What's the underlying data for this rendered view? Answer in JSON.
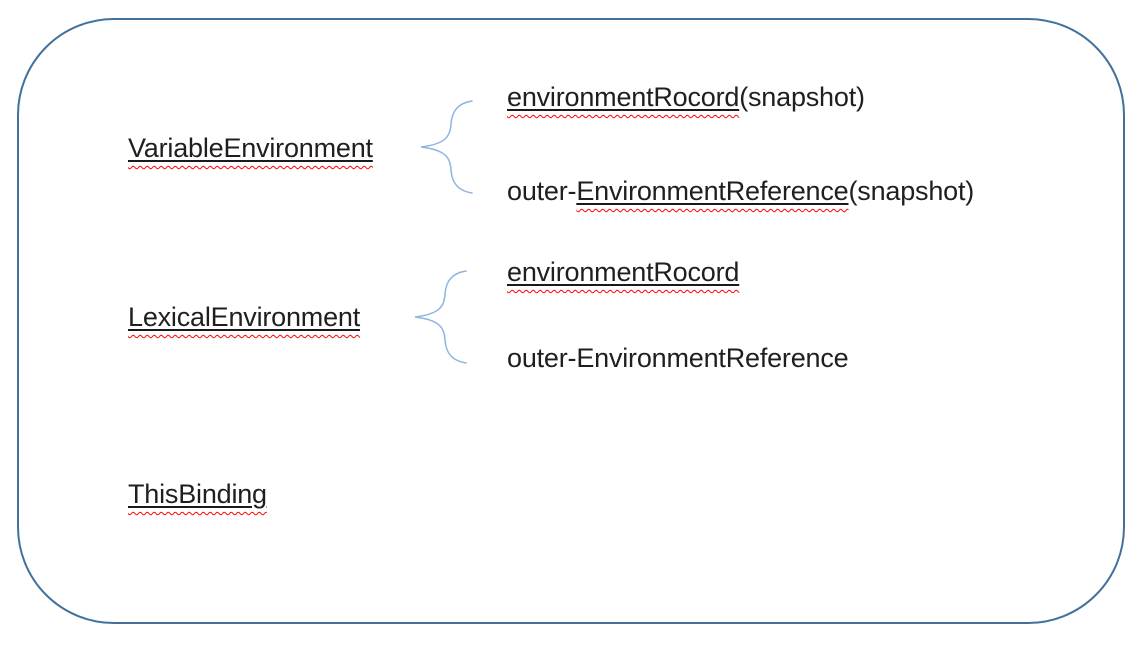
{
  "colors": {
    "frame_border": "#41719C",
    "brace": "#8DB4E2",
    "text": "#1f1f1f",
    "underline": "#1a1a1a",
    "squiggle": "#ff0000",
    "bg": "#ffffff"
  },
  "groups": [
    {
      "label": "VariableEnvironment",
      "items": [
        {
          "pre": "",
          "underlined": "environmentRocord",
          "post": "(snapshot)"
        },
        {
          "pre": "outer-",
          "underlined": "EnvironmentReference",
          "post": "(snapshot)"
        }
      ]
    },
    {
      "label": "LexicalEnvironment",
      "items": [
        {
          "pre": "",
          "underlined": "environmentRocord",
          "post": ""
        },
        {
          "pre": "outer-EnvironmentReference",
          "underlined": "",
          "post": ""
        }
      ]
    }
  ],
  "standalone_label": "ThisBinding"
}
